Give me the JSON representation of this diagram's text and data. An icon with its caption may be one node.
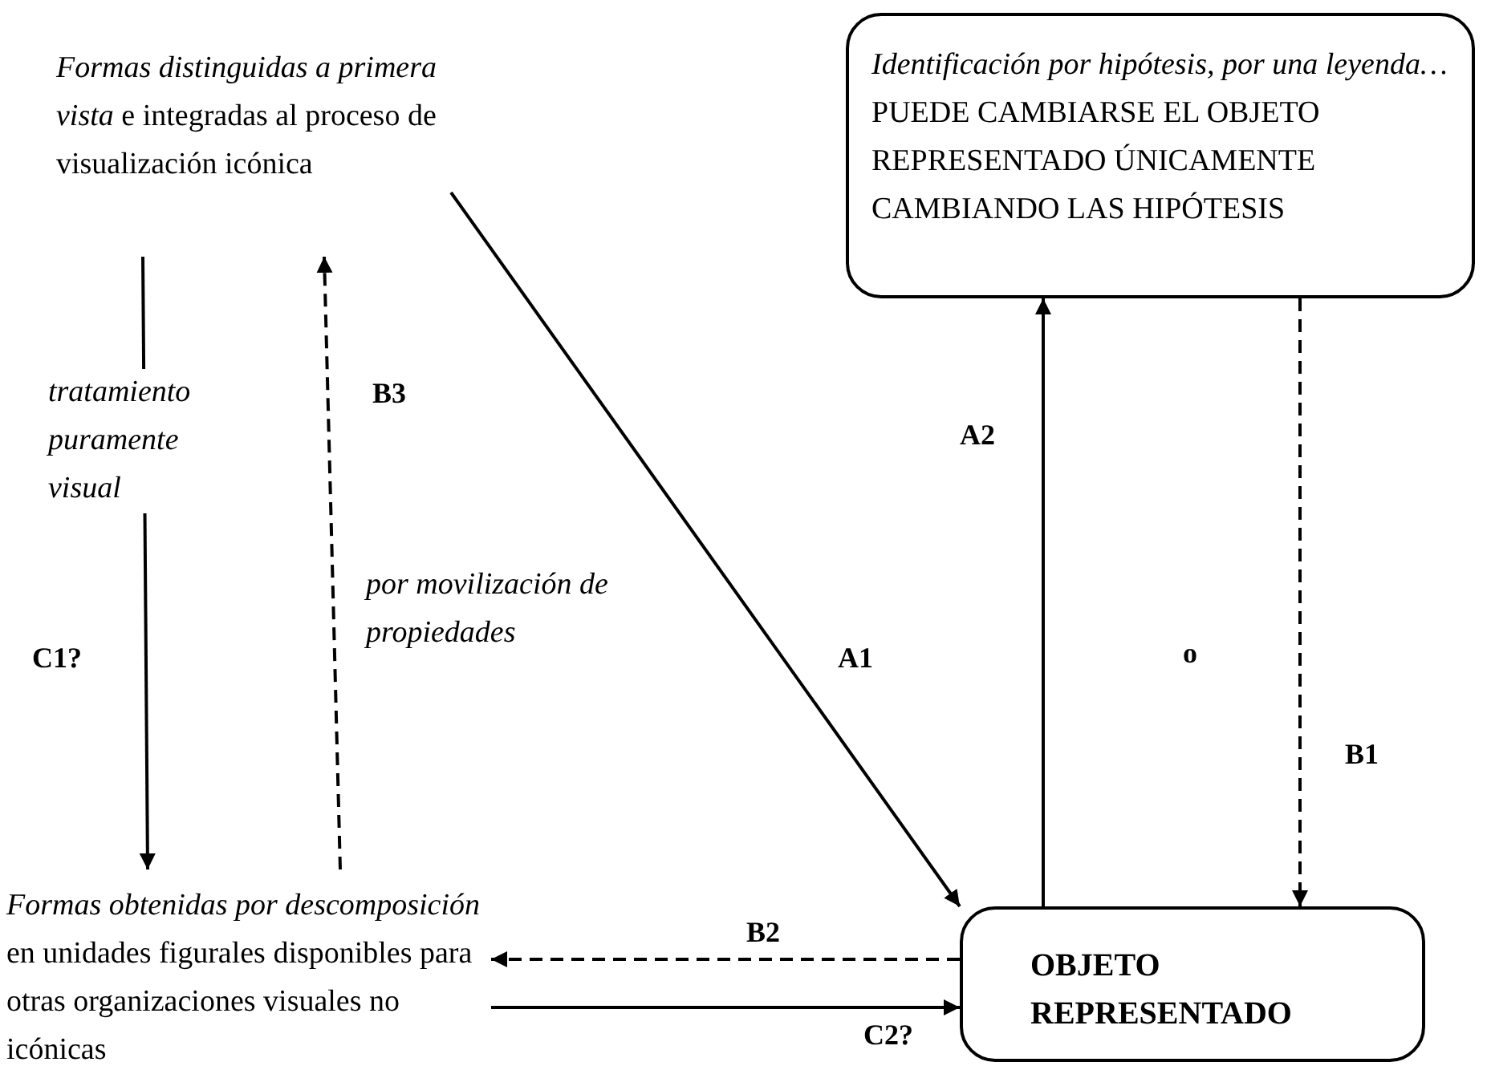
{
  "diagram": {
    "nodes": [
      {
        "text": [
          "*Formas distinguidas a primera vista* e integradas al proceso de visualización icónica"
        ]
      },
      {
        "text": [
          "*Identificación por hipótesis, por una leyenda…* PUEDE CAMBIARSE EL OBJETO REPRESENTADO ÚNICAMENTE CAMBIANDO LAS HIPÓTESIS"
        ]
      },
      {
        "text": [
          "*Formas obtenidas por descomposición* en unidades figurales disponibles para otras organizaciones visuales no icónicas"
        ]
      },
      {
        "text": [
          "OBJETO REPRESENTADO"
        ]
      }
    ],
    "edges": [
      {
        "from": 0,
        "to": 2,
        "arrow": "to",
        "label": "tratamiento puramente visual"
      },
      {
        "from": 2,
        "to": 0,
        "arrow": "to",
        "label": "B3",
        "style": "dashed"
      },
      {
        "from": 0,
        "to": 3,
        "arrow": "to",
        "label": "A1"
      },
      {
        "from": 3,
        "to": 1,
        "arrow": "to",
        "label": "A2"
      },
      {
        "from": 1,
        "to": 3,
        "arrow": "to",
        "label": "B1",
        "style": "dashed"
      },
      {
        "from": 3,
        "to": 2,
        "arrow": "to",
        "label": "B2",
        "style": "dashed"
      },
      {
        "from": 2,
        "to": 3,
        "arrow": "to",
        "label": "C2?"
      }
    ],
    "labels": [
      "por movilización de propiedades",
      "o",
      "C1?"
    ]
  }
}
